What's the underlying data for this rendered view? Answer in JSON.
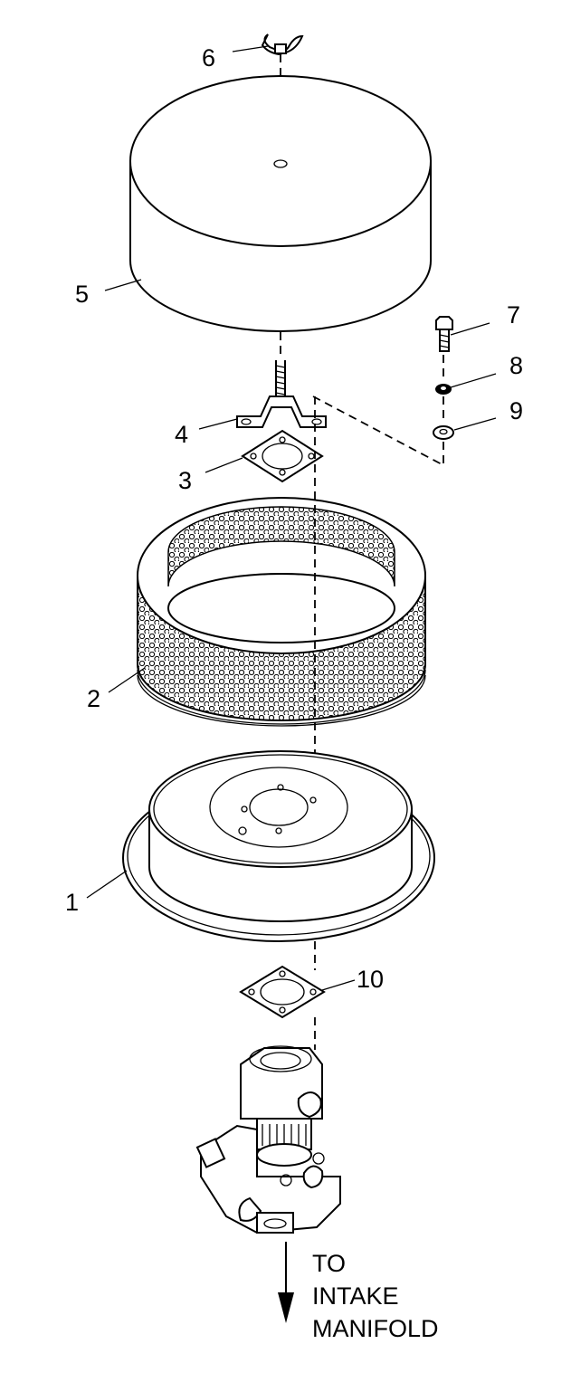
{
  "diagram": {
    "callouts": [
      "1",
      "2",
      "3",
      "4",
      "5",
      "6",
      "7",
      "8",
      "9",
      "10"
    ],
    "destination": [
      "TO",
      "INTAKE",
      "MANIFOLD"
    ]
  }
}
